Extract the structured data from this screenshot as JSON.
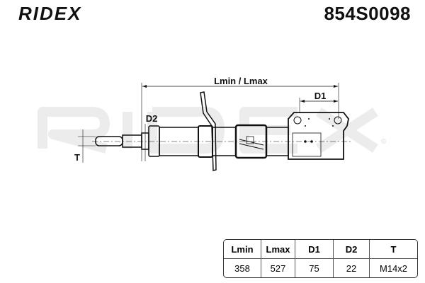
{
  "brand": "RIDEX",
  "part_number": "854S0098",
  "watermark": "RIDEX",
  "diagram": {
    "length_label": "Lmin / Lmax",
    "d1_label": "D1",
    "d2_label": "D2",
    "t_label": "T"
  },
  "specs": {
    "headers": [
      "Lmin",
      "Lmax",
      "D1",
      "D2",
      "T"
    ],
    "values": [
      "358",
      "527",
      "75",
      "22",
      "M14x2"
    ]
  }
}
